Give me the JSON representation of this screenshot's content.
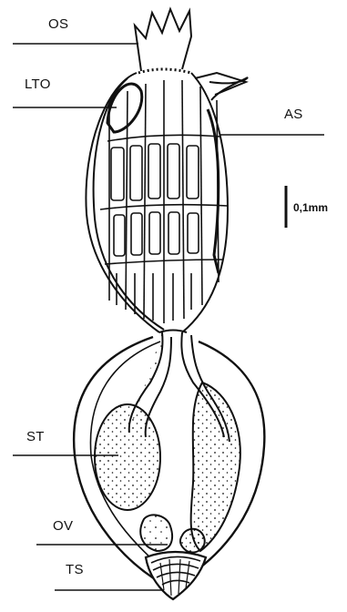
{
  "labels": {
    "os": "OS",
    "lto": "LTO",
    "as": "AS",
    "st": "ST",
    "ov": "OV",
    "ts": "TS"
  },
  "scale_bar": {
    "label": "0,1mm"
  },
  "colors": {
    "ink": "#111111",
    "background": "#ffffff"
  }
}
